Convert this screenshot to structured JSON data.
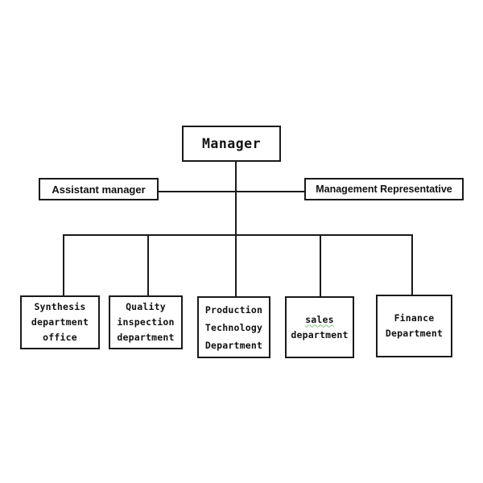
{
  "chart": {
    "manager": "Manager",
    "assistant_manager": "Assistant manager",
    "management_representative": "Management Representative",
    "departments": [
      [
        "Synthesis",
        "department",
        "office"
      ],
      [
        "Quality",
        "inspection",
        "department"
      ],
      [
        "Production",
        "Technology",
        "Department"
      ],
      [
        "sales",
        "department"
      ],
      [
        "Finance",
        "Department"
      ]
    ]
  }
}
